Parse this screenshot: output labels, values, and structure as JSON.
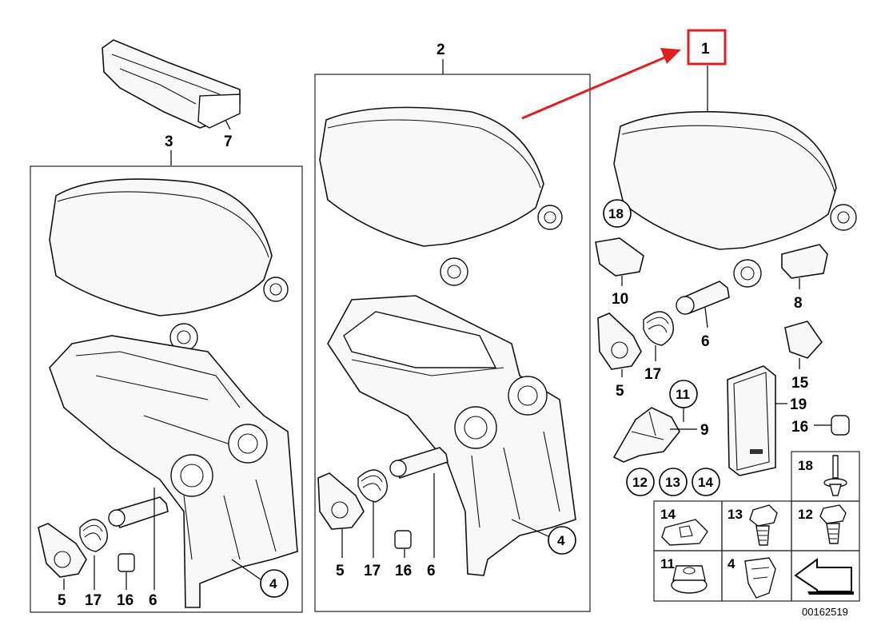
{
  "diagram": {
    "code": "00162519",
    "labels": {
      "n1": "1",
      "n2": "2",
      "n3": "3",
      "n4": "4",
      "n5": "5",
      "n6": "6",
      "n7": "7",
      "n8": "8",
      "n9": "9",
      "n10": "10",
      "n11": "11",
      "n12": "12",
      "n13": "13",
      "n14": "14",
      "n15": "15",
      "n16": "16",
      "n17": "17",
      "n18": "18",
      "n19": "19"
    },
    "colors": {
      "highlight": "#e02020",
      "line": "#000000"
    }
  }
}
